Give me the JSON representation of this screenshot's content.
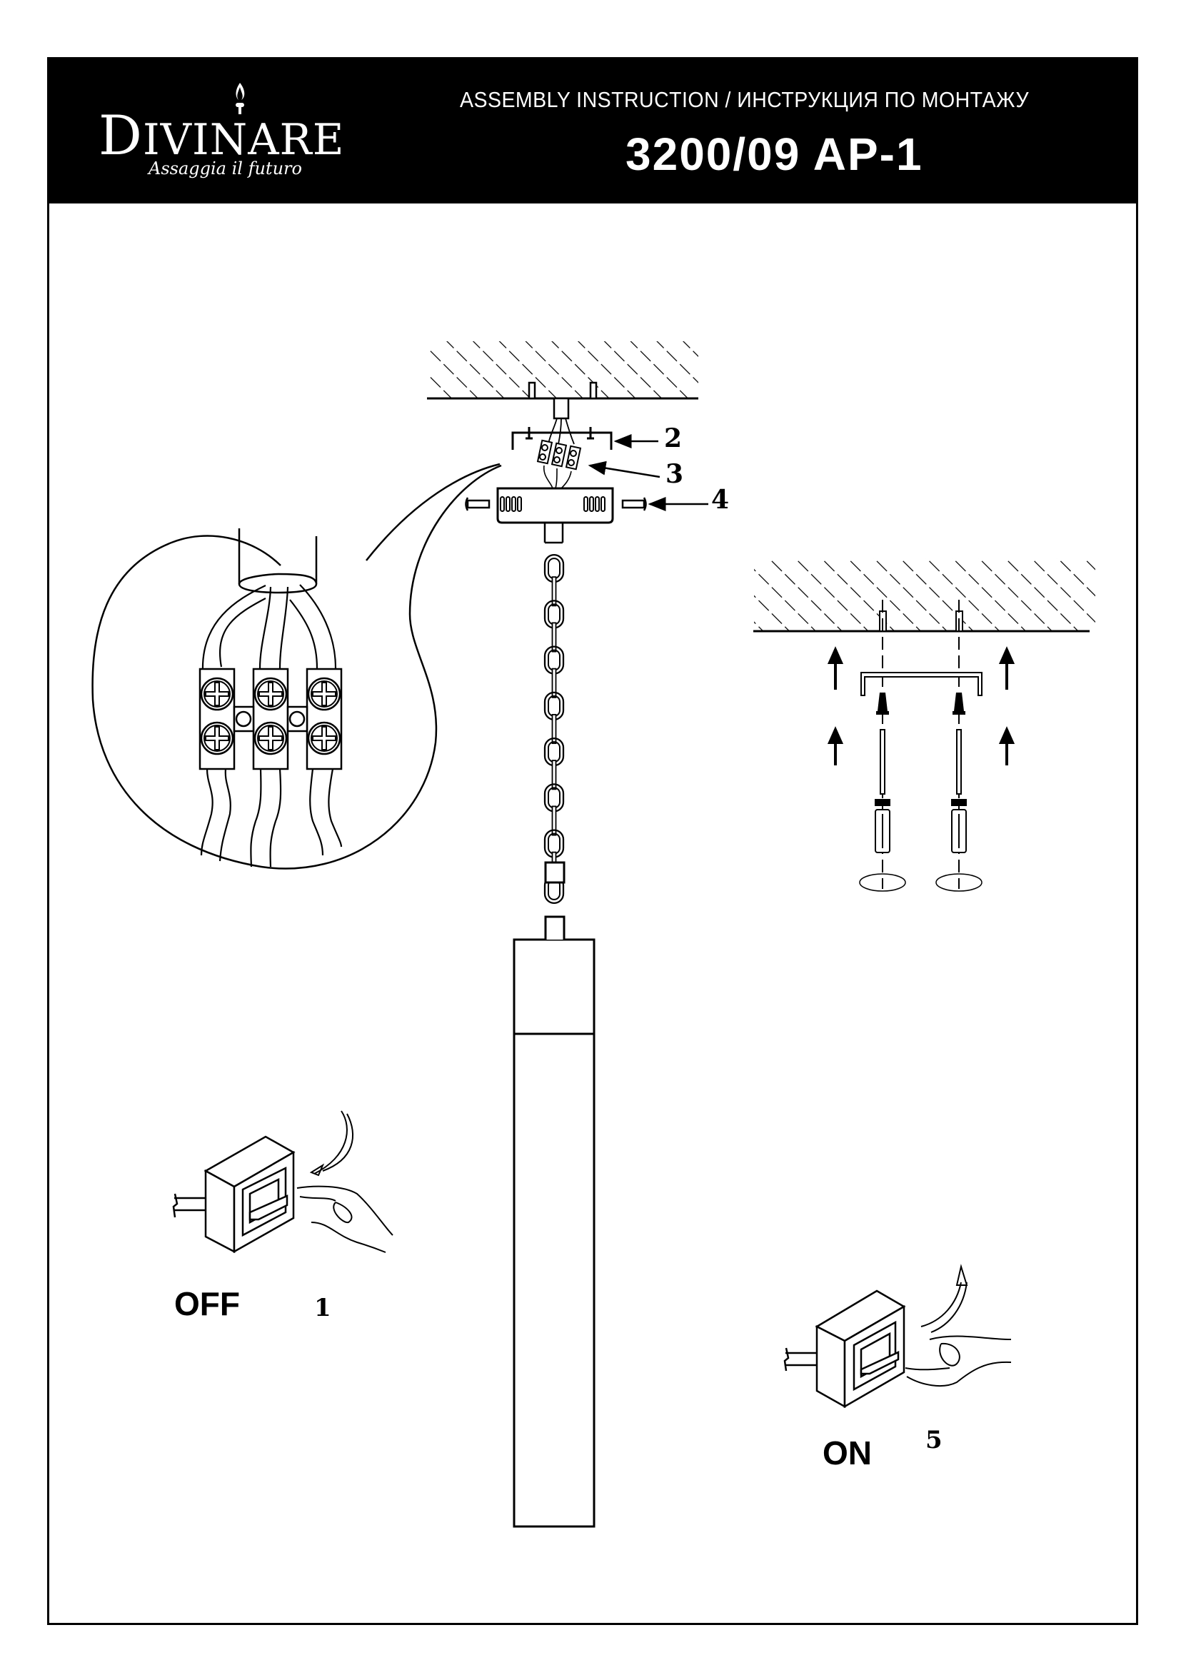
{
  "header": {
    "brand_name": "DIVINARE",
    "brand_tagline": "Assaggia il futuro",
    "doc_title": "ASSEMBLY INSTRUCTION / ИНСТРУКЦИЯ ПО МОНТАЖУ",
    "model_number": "3200/09 AP-1"
  },
  "colors": {
    "header_bg": "#000000",
    "header_text": "#ffffff",
    "line": "#000000",
    "page_bg": "#ffffff"
  },
  "diagram": {
    "callouts": [
      {
        "id": "bracket",
        "label": "2"
      },
      {
        "id": "terminal-block",
        "label": "3"
      },
      {
        "id": "canopy-screws",
        "label": "4"
      }
    ],
    "detail_view": {
      "terminals": 3,
      "screws_per_terminal": 2
    },
    "chain_links": 8,
    "ceiling_mount_detail": {
      "anchors": 2,
      "screws": 2,
      "up_arrows": 4
    },
    "switch_off": {
      "label": "OFF",
      "step": "1"
    },
    "switch_on": {
      "label": "ON",
      "step": "5"
    }
  }
}
